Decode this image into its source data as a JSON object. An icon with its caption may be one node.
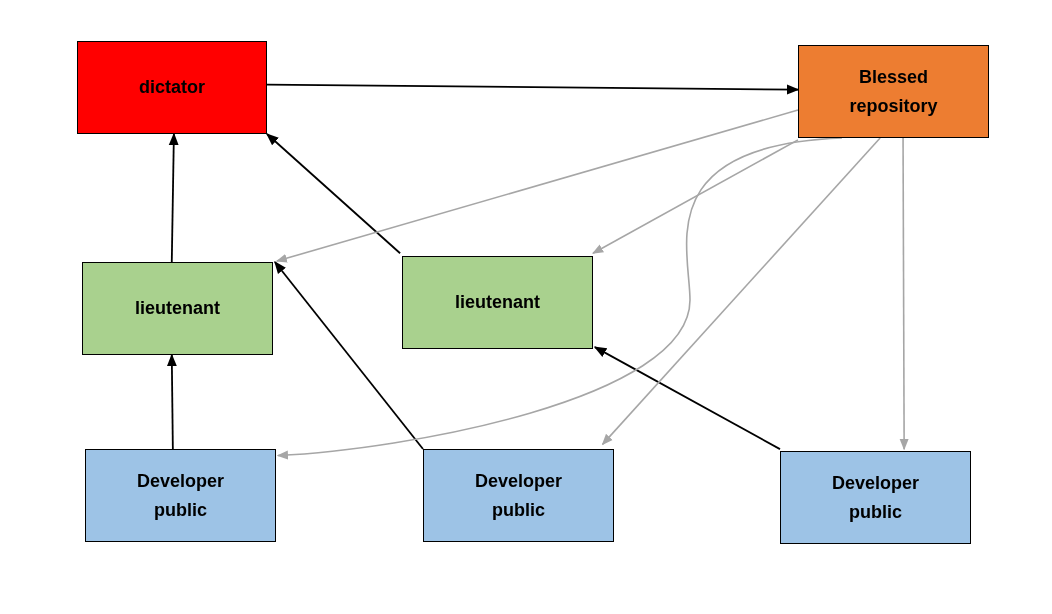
{
  "diagram": {
    "nodes": [
      {
        "text": [
          "dictator"
        ]
      },
      {
        "text": [
          "Blessed repository"
        ]
      },
      {
        "text": [
          "lieutenant"
        ]
      },
      {
        "text": [
          "lieutenant"
        ]
      },
      {
        "text": [
          "Developer public"
        ]
      },
      {
        "text": [
          "Developer public"
        ]
      },
      {
        "text": [
          "Developer public"
        ]
      }
    ],
    "edges": [
      {
        "from": 0,
        "to": 1,
        "arrow": "to"
      },
      {
        "from": 2,
        "to": 0,
        "arrow": "to"
      },
      {
        "from": 3,
        "to": 0,
        "arrow": "to"
      },
      {
        "from": 4,
        "to": 2,
        "arrow": "to"
      },
      {
        "from": 5,
        "to": 2,
        "arrow": "to"
      },
      {
        "from": 6,
        "to": 3,
        "arrow": "to"
      },
      {
        "from": 1,
        "to": 2,
        "arrow": "to",
        "color": "#a6a6a6"
      },
      {
        "from": 1,
        "to": 3,
        "arrow": "to",
        "color": "#a6a6a6"
      },
      {
        "from": 1,
        "to": 4,
        "arrow": "to",
        "color": "#a6a6a6"
      },
      {
        "from": 1,
        "to": 5,
        "arrow": "to",
        "color": "#a6a6a6"
      },
      {
        "from": 1,
        "to": 6,
        "arrow": "to",
        "color": "#a6a6a6"
      }
    ]
  }
}
